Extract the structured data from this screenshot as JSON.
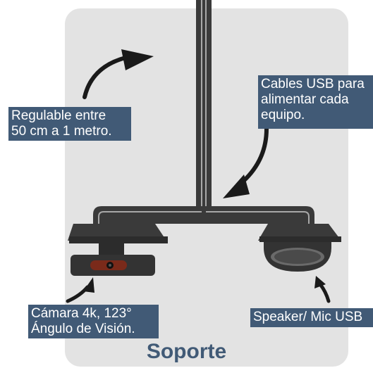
{
  "labels": {
    "height_adjust": "Regulable entre\n50 cm a 1 metro.",
    "usb_cables": "Cables USB para\nalimentar cada\nequipo.",
    "camera": "Cámara 4k, 123°\nÁngulo de Visión.",
    "speaker": "Speaker/ Mic USB"
  },
  "title": "Soporte",
  "colors": {
    "label_bg": "#415a76",
    "label_text": "#ffffff",
    "title": "#415a76",
    "panel": "#e3e3e3",
    "mount": "#3a3a3a",
    "line": "#a8a8a8",
    "camera_lens": "#7a2a1a"
  }
}
